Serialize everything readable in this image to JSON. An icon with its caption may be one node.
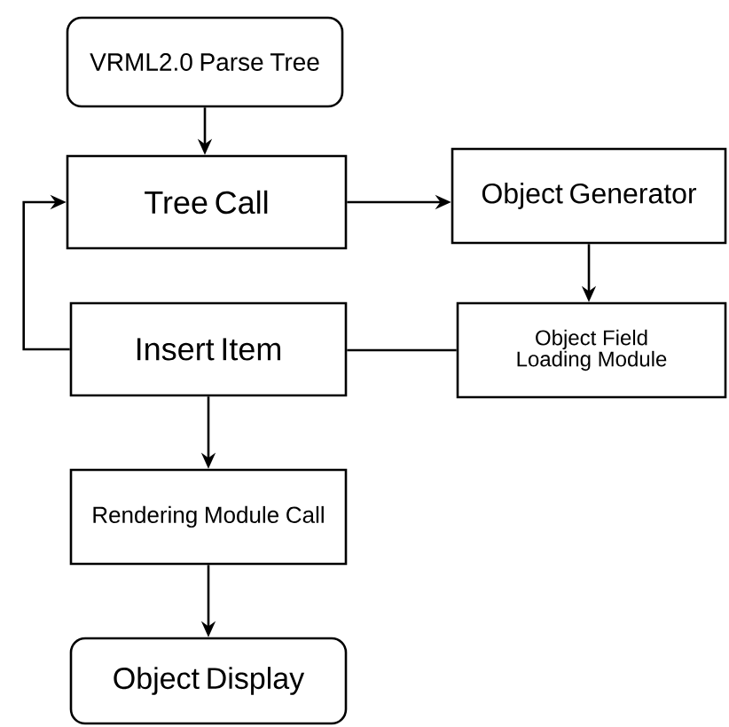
{
  "diagram": {
    "nodes": [
      {
        "text": [
          "VRML2.0 Parse Tree"
        ]
      },
      {
        "text": [
          "Tree Call"
        ]
      },
      {
        "text": [
          "Object Generator"
        ]
      },
      {
        "text": [
          "Insert Item"
        ]
      },
      {
        "text": [
          "Object Field Loading Module"
        ]
      },
      {
        "text": [
          "Rendering Module Call"
        ]
      },
      {
        "text": [
          "Object Display"
        ]
      }
    ],
    "edges": [
      {
        "from": 0,
        "to": 1,
        "arrow": "to"
      },
      {
        "from": 1,
        "to": 2,
        "arrow": "to"
      },
      {
        "from": 2,
        "to": 4,
        "arrow": "to"
      },
      {
        "from": 4,
        "to": 3,
        "arrow": "none"
      },
      {
        "from": 3,
        "to": 1,
        "arrow": "to"
      },
      {
        "from": 3,
        "to": 5,
        "arrow": "to"
      },
      {
        "from": 5,
        "to": 6,
        "arrow": "to"
      }
    ]
  }
}
